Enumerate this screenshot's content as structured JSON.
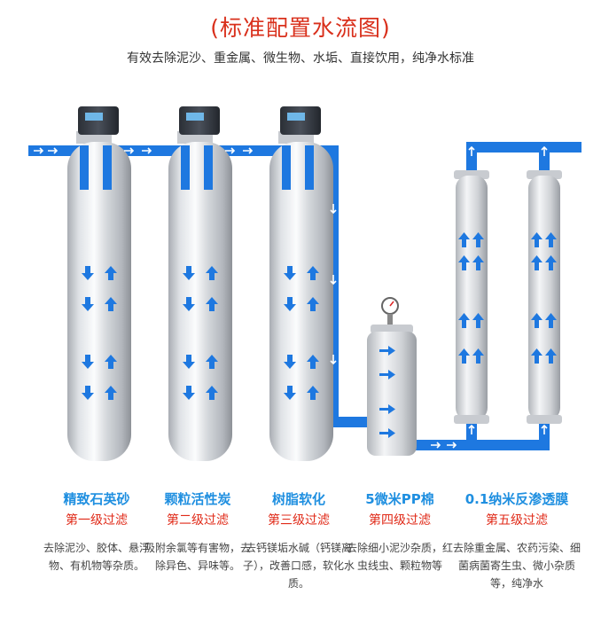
{
  "title": "(标准配置水流图)",
  "subtitle": "有效去除泥沙、重金属、微生物、水垢、直接饮用，纯净水标准",
  "colors": {
    "pipe": "#1e78e0",
    "title": "#d9301c",
    "stage_name": "#1f8fe0",
    "stage_level": "#e02a18"
  },
  "stages": [
    {
      "name": "精致石英砂",
      "level": "第一级过滤",
      "desc": "去除泥沙、胶体、悬浮物、有机物等杂质。"
    },
    {
      "name": "颗粒活性炭",
      "level": "第二级过滤",
      "desc": "吸附余氯等有害物，去除异色、异味等。"
    },
    {
      "name": "树脂软化",
      "level": "第三级过滤",
      "desc": "去钙镁垢水碱（钙镁离子），改善口感，软化水质。"
    },
    {
      "name": "5微米PP棉",
      "level": "第四级过滤",
      "desc": "去除细小泥沙杂质，红虫线虫、颗粒物等"
    },
    {
      "name": "0.1纳米反渗透膜",
      "level": "第五级过滤",
      "desc": "去除重金属、农药污染、细菌病菌寄生虫、微小杂质等，纯净水"
    }
  ]
}
